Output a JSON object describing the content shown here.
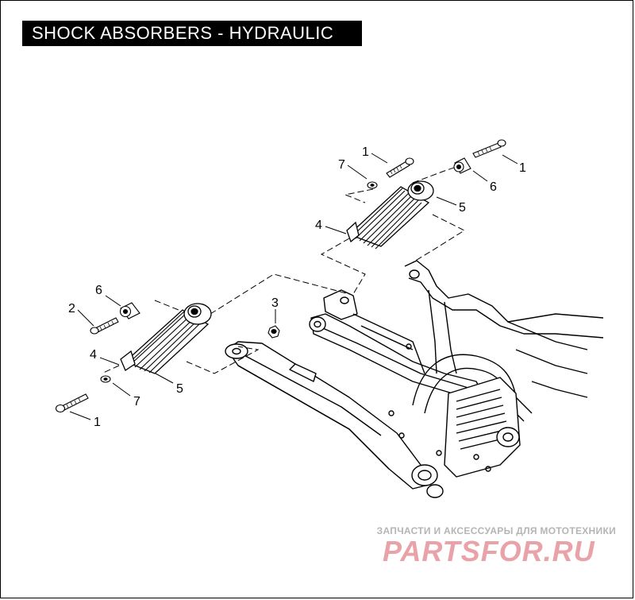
{
  "title": "SHOCK ABSORBERS - HYDRAULIC",
  "callouts": {
    "upper_1a": "1",
    "upper_7": "7",
    "upper_1b": "1",
    "upper_6": "6",
    "upper_5": "5",
    "upper_4": "4",
    "mid_3": "3",
    "lower_6": "6",
    "lower_2": "2",
    "lower_4": "4",
    "lower_5": "5",
    "lower_7": "7",
    "lower_1": "1"
  },
  "watermark": {
    "caption": "ЗАПЧАСТИ И АКСЕССУАРЫ ДЛЯ МОТОТЕХНИКИ",
    "logo_text": "PARTSFOR.RU",
    "logo_color": "#e9a3a8",
    "caption_color": "#b5b5b5"
  },
  "colors": {
    "ink": "#000000",
    "paper": "#ffffff",
    "title_bg": "#000000",
    "title_fg": "#ffffff"
  }
}
